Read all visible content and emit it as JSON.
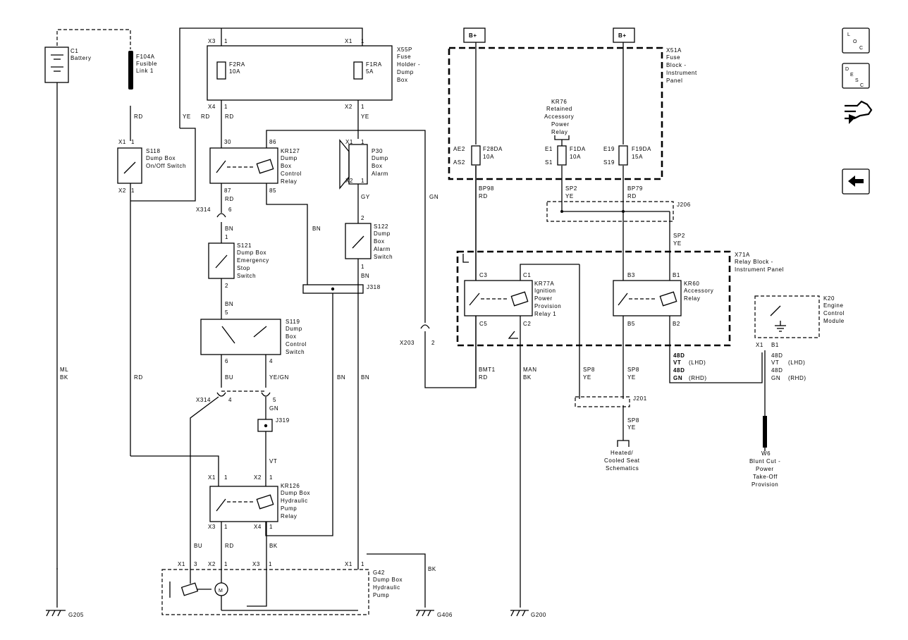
{
  "components": {
    "c1": {
      "id": "C1",
      "name": [
        "Battery"
      ]
    },
    "f104a": {
      "id": "F104A",
      "name": [
        "Fusible",
        "Link 1"
      ]
    },
    "x55p": {
      "id": "X55P",
      "name": [
        "Fuse",
        "Holder -",
        "Dump",
        "Box"
      ]
    },
    "f2ra": {
      "id": "F2RA",
      "rating": "10A"
    },
    "f1ra": {
      "id": "F1RA",
      "rating": "5A"
    },
    "s118": {
      "id": "S118",
      "name": [
        "Dump Box",
        "On/Off Switch"
      ]
    },
    "kr127": {
      "id": "KR127",
      "name": [
        "Dump",
        "Box",
        "Control",
        "Relay"
      ]
    },
    "p30": {
      "id": "P30",
      "name": [
        "Dump",
        "Box",
        "Alarm"
      ]
    },
    "s122": {
      "id": "S122",
      "name": [
        "Dump",
        "Box",
        "Alarm",
        "Switch"
      ]
    },
    "s121": {
      "id": "S121",
      "name": [
        "Dump Box",
        "Emergency",
        "Stop",
        "Switch"
      ]
    },
    "s119": {
      "id": "S119",
      "name": [
        "Dump",
        "Box",
        "Control",
        "Switch"
      ]
    },
    "kr126": {
      "id": "KR126",
      "name": [
        "Dump Box",
        "Hydraulic",
        "Pump",
        "Relay"
      ]
    },
    "g42": {
      "id": "G42",
      "name": [
        "Dump Box",
        "Hydraulic",
        "Pump"
      ]
    },
    "x51a": {
      "id": "X51A",
      "name": [
        "Fuse",
        "Block -",
        "Instrument",
        "Panel"
      ]
    },
    "kr76": {
      "id": "KR76",
      "name": [
        "Retained",
        "Accessory",
        "Power",
        "Relay"
      ]
    },
    "f28da": {
      "id": "F28DA",
      "rating": "10A"
    },
    "f1da": {
      "id": "F1DA",
      "rating": "10A"
    },
    "f19da": {
      "id": "F19DA",
      "rating": "15A"
    },
    "x71a": {
      "id": "X71A",
      "name": [
        "Relay Block -",
        "Instrument Panel"
      ]
    },
    "kr77a": {
      "id": "KR77A",
      "name": [
        "Ignition",
        "Power",
        "Provision",
        "Relay 1"
      ]
    },
    "kr60": {
      "id": "KR60",
      "name": [
        "Accessory",
        "Relay"
      ]
    },
    "k20": {
      "id": "K20",
      "name": [
        "Engine",
        "Control",
        "Module"
      ]
    },
    "w6": {
      "id": "W6",
      "name": [
        "Blunt Cut -",
        "Power",
        "Take-Off",
        "Provision"
      ]
    },
    "heated": {
      "name": [
        "Heated/",
        "Cooled Seat",
        "Schematics"
      ]
    }
  },
  "splices": {
    "j318": "J318",
    "j319": "J319",
    "j206": "J206",
    "j201": "J201"
  },
  "grounds": {
    "g205": "G205",
    "g406": "G406",
    "g200": "G200"
  },
  "power": {
    "bplus": "B+"
  },
  "connectors": {
    "x1": "X1",
    "x2": "X2",
    "x3": "X3",
    "x4": "X4",
    "x314": "X314",
    "x203": "X203",
    "ae2": "AE2",
    "as2": "AS2",
    "e1": "E1",
    "s1": "S1",
    "e19": "E19",
    "s19": "S19",
    "c1": "C1",
    "c2": "C2",
    "c3": "C3",
    "c5": "C5",
    "b1": "B1",
    "b2": "B2",
    "b3": "B3",
    "b5": "B5"
  },
  "pins": {
    "p1": "1",
    "p2": "2",
    "p3": "3",
    "p4": "4",
    "p5": "5",
    "p6": "6",
    "p30": "30",
    "p85": "85",
    "p86": "86",
    "p87": "87"
  },
  "wires": {
    "rd": "RD",
    "ye": "YE",
    "bn": "BN",
    "gy": "GY",
    "gn": "GN",
    "bu": "BU",
    "bk": "BK",
    "vt": "VT",
    "yegn": "YE/GN",
    "ml": "ML",
    "man": "MAN",
    "bp98": "BP98",
    "bp79": "BP79",
    "bmt1": "BMT1",
    "sp2": "SP2",
    "sp8": "SP8",
    "d48": "48D",
    "lhd": "(LHD)",
    "rhd": "(RHD)"
  },
  "nav": {
    "loc": [
      "L",
      "O",
      "C"
    ],
    "desc": [
      "D",
      "E",
      "S",
      "C"
    ]
  },
  "icons": {
    "hand": "pointing-hand-icon",
    "back": "back-arrow-icon"
  }
}
